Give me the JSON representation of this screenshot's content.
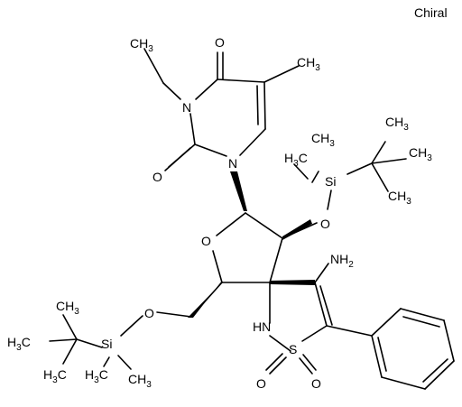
{
  "molecule": {
    "chirality_flag": "Chiral",
    "atom_labels": {
      "CH3_ethyl": "CH3",
      "N3": "N",
      "O4": "O",
      "CH3_methyl": "CH3",
      "O2": "O",
      "N1": "N",
      "O_ring": "O",
      "O_silyl_upper": "O",
      "Si_upper": "Si",
      "NH2": "NH2",
      "NH": "HN",
      "S": "S",
      "O_sulfonyl_left": "O",
      "O_sulfonyl_right": "O",
      "O_silyl_lower": "O",
      "Si_lower": "Si"
    },
    "tbs_upper": {
      "me1": "CH3",
      "me2": "H3C",
      "tbu_c1": "CH3",
      "tbu_c2": "CH3",
      "tbu_c3": "CH3"
    },
    "tbs_lower": {
      "me1": "CH3",
      "me2": "H3C",
      "tbu_c1": "CH3",
      "tbu_c2": "H3C",
      "tbu_c3": "H3C"
    }
  },
  "colors": {
    "bond": "#000000",
    "label": "#000000",
    "background": "#ffffff"
  }
}
